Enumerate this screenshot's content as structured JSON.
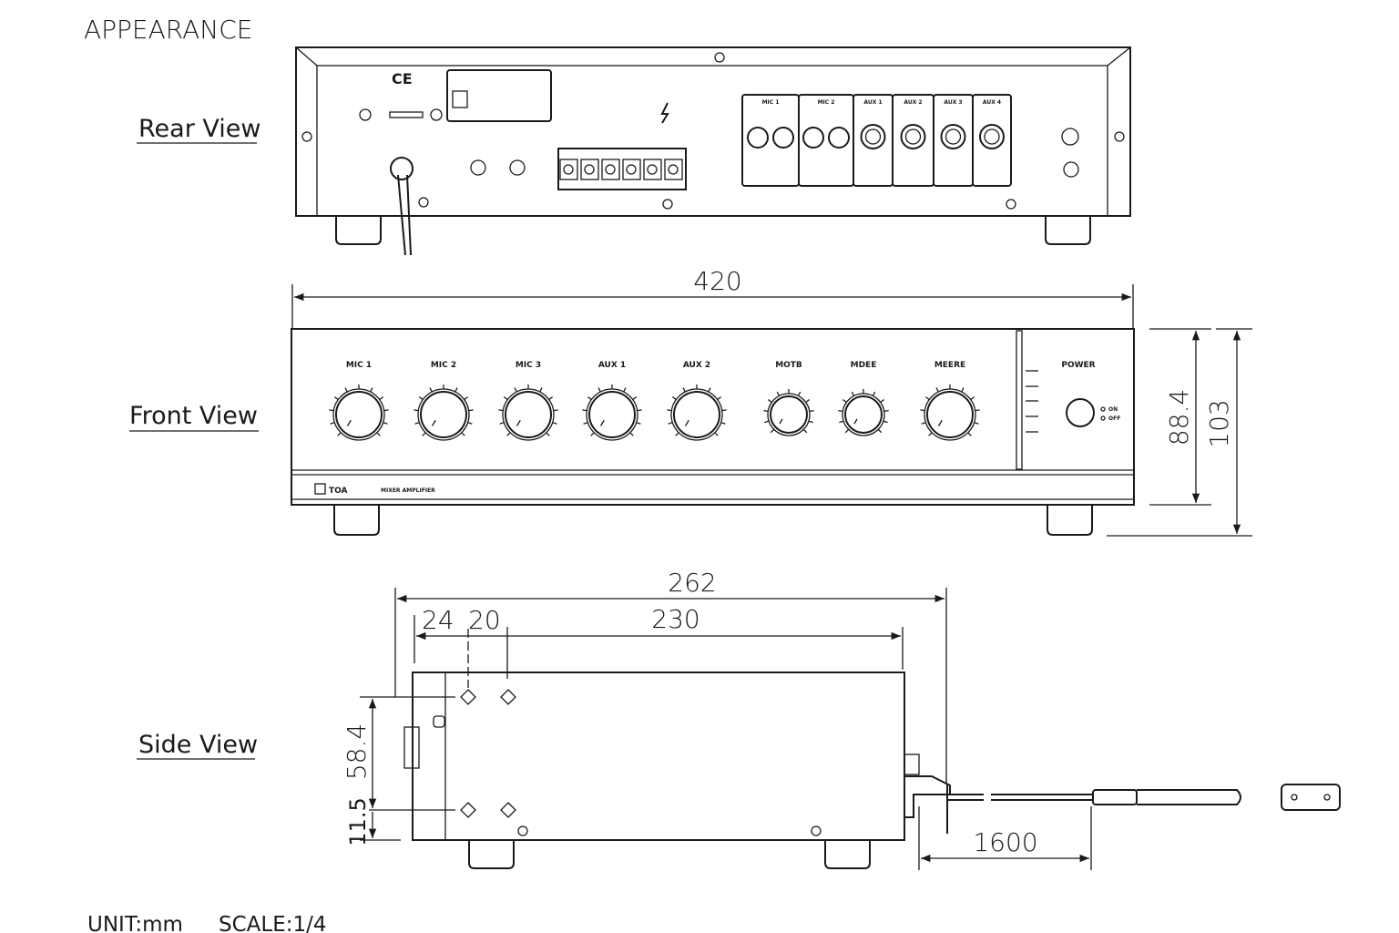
{
  "title": "APPEARANCE",
  "views": {
    "rear": "Rear View",
    "front": "Front View",
    "side": "Side View"
  },
  "front_panel": {
    "knob_labels": [
      "MIC 1",
      "MIC 2",
      "MIC 3",
      "AUX 1",
      "AUX 2",
      "MOTB",
      "MDEE",
      "MEERE"
    ],
    "power_label": "POWER",
    "power_on": "ON",
    "power_off": "OFF",
    "brand": "TOA",
    "model_text": "MIXER AMPLIFIER"
  },
  "rear_panel": {
    "inputs": [
      "MIC 1",
      "MIC 2",
      "AUX 1",
      "AUX 2",
      "AUX 3",
      "AUX 4"
    ],
    "ce_mark": "CE"
  },
  "dimensions": {
    "width": "420",
    "height_body": "88.4",
    "height_total": "103",
    "depth_total": "262",
    "depth_body": "230",
    "offset_a": "24",
    "offset_b": "20",
    "side_height": "58.4",
    "side_bottom": "11.5",
    "cord_length": "1600"
  },
  "footer": {
    "unit": "UNIT:mm",
    "scale": "SCALE:1/4"
  }
}
